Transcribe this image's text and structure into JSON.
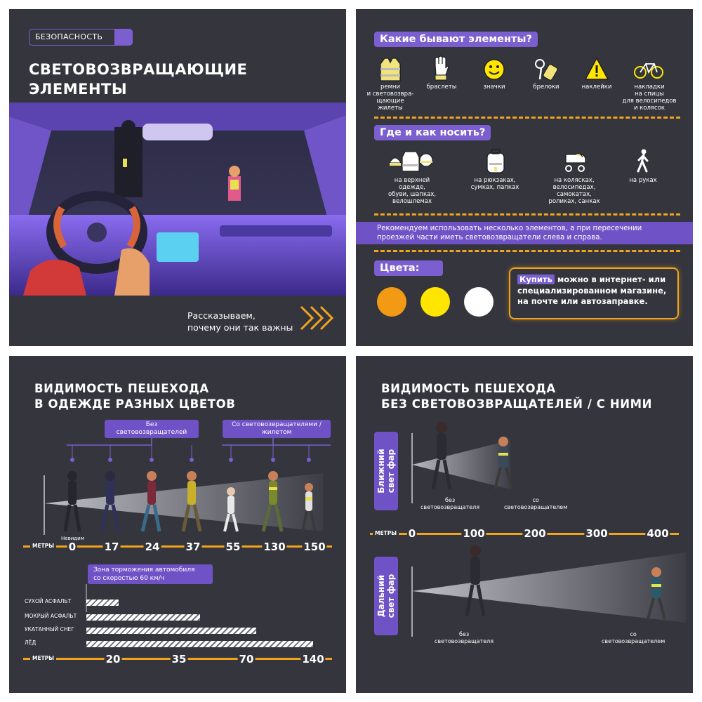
{
  "panel1": {
    "tag": "БЕЗОПАСНОСТЬ",
    "title_line1": "СВЕТОВОЗВРАЩАЮЩИЕ",
    "title_line2": "ЭЛЕМЕНТЫ",
    "caption_line1": "Рассказываем,",
    "caption_line2": "почему они так важны",
    "arrow_icon": "chevrons-right-icon"
  },
  "panel2": {
    "section1": "Какие бывают элементы?",
    "elements": [
      {
        "icon": "vest-icon",
        "lines": [
          "ремни",
          "и световозвра-",
          "щающие",
          "жилеты"
        ]
      },
      {
        "icon": "bracelet-icon",
        "lines": [
          "браслеты"
        ]
      },
      {
        "icon": "smiley-badge-icon",
        "lines": [
          "значки"
        ]
      },
      {
        "icon": "keychain-icon",
        "lines": [
          "брелоки"
        ]
      },
      {
        "icon": "warning-sticker-icon",
        "lines": [
          "наклейки"
        ]
      },
      {
        "icon": "bicycle-icon",
        "lines": [
          "накладки",
          "на спицы",
          "для велосипедов",
          "и колясок"
        ]
      }
    ],
    "section2": "Где и как носить?",
    "wear": [
      {
        "icon": "clothes-icon",
        "lines": [
          "на верхней",
          "одежде,",
          "обуви, шапках,",
          "велошлемах"
        ]
      },
      {
        "icon": "backpack-icon",
        "lines": [
          "на рюкзаках,",
          "сумках, папках"
        ]
      },
      {
        "icon": "stroller-icon",
        "lines": [
          "на колясках,",
          "велосипедах,",
          "самокатах,",
          "роликах, санках"
        ]
      },
      {
        "icon": "walking-person-icon",
        "lines": [
          "на руках"
        ]
      }
    ],
    "note_line1": "Рекомендуем использовать несколько элементов, а при пересечении",
    "note_line2": "проезжей части иметь световозвращатели слева и справа.",
    "colors_title": "Цвета:",
    "colors": [
      "#f29a14",
      "#ffe500",
      "#ffffff"
    ],
    "buy_highlight": "Купить",
    "buy_line1_rest": " можно в интернет- или",
    "buy_line2": "специализированном магазине,",
    "buy_line3": "на почте или автозаправке."
  },
  "panel3": {
    "title_line1": "ВИДИМОСТЬ ПЕШЕХОДА",
    "title_line2": "В ОДЕЖДЕ РАЗНЫХ ЦВЕТОВ",
    "group1_line1": "Без",
    "group1_line2": "световозвращателей",
    "group2_line1": "Со световозвращателями /",
    "group2_line2": "жилетом",
    "invisible_label": "Невидим",
    "meters_label": "МЕТРЫ",
    "distances": [
      "0",
      "17",
      "24",
      "37",
      "55",
      "130",
      "150"
    ],
    "figure_colors": [
      "#34353d",
      "#2f3158",
      "#7a2a3a",
      "#c8b02a",
      "#e8e8e8",
      "#c8d12a",
      "#e0e0e0"
    ],
    "braking_line1": "Зона торможения автомобиля",
    "braking_line2": "со скоростью 60 км/ч",
    "surfaces": [
      {
        "label": "СУХОЙ АСФАЛЬТ",
        "value": 20
      },
      {
        "label": "МОКРЫЙ АСФАЛЬТ",
        "value": 70
      },
      {
        "label": "УКАТАННЫЙ СНЕГ",
        "value": 105
      },
      {
        "label": "ЛЁД",
        "value": 140
      }
    ],
    "meters_label2": "МЕТРЫ",
    "brake_ticks": [
      "20",
      "35",
      "70",
      "140"
    ]
  },
  "panel4": {
    "title_line1": "ВИДИМОСТЬ ПЕШЕХОДА",
    "title_line2": "БЕЗ СВЕТОВОЗВРАЩАТЕЛЕЙ / С НИМИ",
    "near_line1": "Ближний",
    "near_line2": "свет фар",
    "far_line1": "Дальний",
    "far_line2": "свет фар",
    "without_line1": "без",
    "without_line2": "световозвращателя",
    "with_line1": "со",
    "with_line2": "световозвращателем",
    "meters_label": "МЕТРЫ",
    "ticks": [
      "0",
      "100",
      "200",
      "300",
      "400"
    ]
  }
}
